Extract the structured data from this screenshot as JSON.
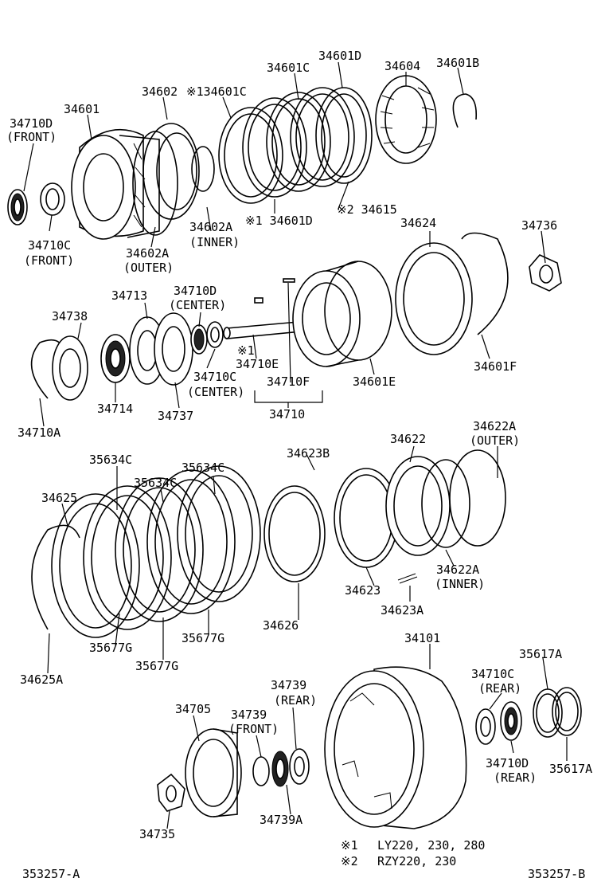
{
  "labels": {
    "p34601D_top": "34601D",
    "p34601C_top": "34601C",
    "p34604": "34604",
    "p34601B": "34601B",
    "p34602": "34602",
    "p34601C_mid": "※134601C",
    "p34601": "34601",
    "p34710D_front": "34710D",
    "p34710D_front_q": "(FRONT)",
    "p34710C_front": "34710C",
    "p34710C_front_q": "(FRONT)",
    "p34602A_outer": "34602A",
    "p34602A_outer_q": "(OUTER)",
    "p34602A_inner": "34602A",
    "p34602A_inner_q": "(INNER)",
    "p34601D_bot": "※1 34601D",
    "p34615": "※2 34615",
    "p34624": "34624",
    "p34736": "34736",
    "p34713": "34713",
    "p34710D_center": "34710D",
    "p34710D_center_q": "(CENTER)",
    "p34738": "34738",
    "p34710E": "※1",
    "p34710E_b": "34710E",
    "p34710F": "34710F",
    "p34710C_center": "34710C",
    "p34710C_center_q": "(CENTER)",
    "p34601E": "34601E",
    "p34601F": "34601F",
    "p34714": "34714",
    "p34737": "34737",
    "p34710": "34710",
    "p34710A": "34710A",
    "p35634C_a": "35634C",
    "p34623B": "34623B",
    "p34622": "34622",
    "p34622A_outer": "34622A",
    "p34622A_outer_q": "(OUTER)",
    "p35634C_b": "35634C",
    "p35634C_c": "35634C",
    "p34625": "34625",
    "p34622A_inner": "34622A",
    "p34622A_inner_q": "(INNER)",
    "p34623": "34623",
    "p34623A": "34623A",
    "p34626": "34626",
    "p35677G_a": "35677G",
    "p35677G_b": "35677G",
    "p35677G_c": "35677G",
    "p34625A": "34625A",
    "p34101": "34101",
    "p35617A_top": "35617A",
    "p34710C_rear": "34710C",
    "p34710C_rear_q": "(REAR)",
    "p34739_rear": "34739",
    "p34739_rear_q": "(REAR)",
    "p34705": "34705",
    "p34739_front": "34739",
    "p34739_front_q": "(FRONT)",
    "p34710D_rear": "34710D",
    "p34710D_rear_q": "(REAR)",
    "p35617A_bot": "35617A",
    "p34739A": "34739A",
    "p34735": "34735"
  },
  "notes": {
    "n1_mark": "※1",
    "n1_text": "LY220, 230, 280",
    "n2_mark": "※2",
    "n2_text": "RZY220, 230"
  },
  "footer": {
    "left_code": "353257-A",
    "right_code": "353257-B"
  }
}
